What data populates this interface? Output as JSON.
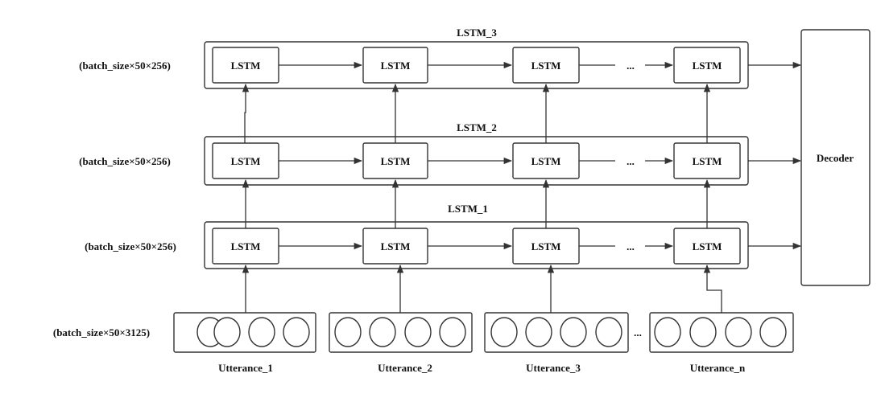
{
  "colors": {
    "stroke": "#333333",
    "text": "#111111",
    "background": "#ffffff"
  },
  "layers": [
    {
      "title": "LSTM_3",
      "shape_label": "(batch_size×50×256)",
      "cells": [
        "LSTM",
        "LSTM",
        "LSTM",
        "LSTM"
      ],
      "ellipsis": "..."
    },
    {
      "title": "LSTM_2",
      "shape_label": "(batch_size×50×256)",
      "cells": [
        "LSTM",
        "LSTM",
        "LSTM",
        "LSTM"
      ],
      "ellipsis": "..."
    },
    {
      "title": "LSTM_1",
      "shape_label": "(batch_size×50×256)",
      "cells": [
        "LSTM",
        "LSTM",
        "LSTM",
        "LSTM"
      ],
      "ellipsis": "..."
    }
  ],
  "input": {
    "shape_label": "(batch_size×50×3125)",
    "ellipsis": "...",
    "utterances": [
      "Utterance_1",
      "Utterance_2",
      "Utterance_3",
      "Utterance_n"
    ]
  },
  "decoder": {
    "label": "Decoder"
  }
}
